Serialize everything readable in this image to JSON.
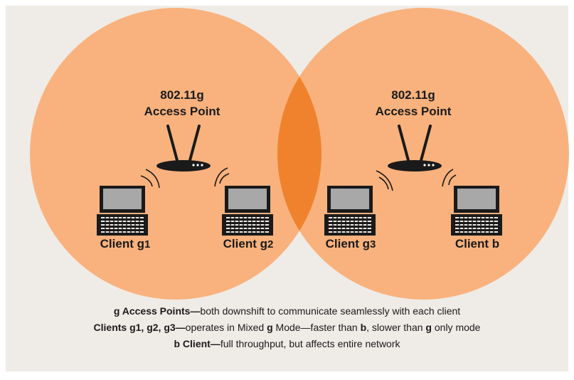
{
  "colors": {
    "background": "#efebe7",
    "coverage": "#f9b27d",
    "overlap": "#f0822e",
    "device": "#1a1a1a",
    "screen": "#a8a8a8"
  },
  "access_points": [
    {
      "line1": "802.11g",
      "line2": "Access Point",
      "icon": "router-icon"
    },
    {
      "line1": "802.11g",
      "line2": "Access Point",
      "icon": "router-icon"
    }
  ],
  "clients": [
    {
      "name": "Client g",
      "sub": "1",
      "icon": "laptop-icon"
    },
    {
      "name": "Client g",
      "sub": "2",
      "icon": "laptop-icon"
    },
    {
      "name": "Client g",
      "sub": "3",
      "icon": "laptop-icon"
    },
    {
      "name": "Client b",
      "sub": "",
      "icon": "laptop-icon"
    }
  ],
  "caption": {
    "line1": {
      "bold": "g Access Points—",
      "text": "both downshift to communicate seamlessly with each client"
    },
    "line2": {
      "bold": "Clients g1, g2, g3—",
      "text_a": "operates in Mixed ",
      "bold_g1": "g",
      "text_b": " Mode—faster than ",
      "bold_b": "b",
      "text_c": ", slower than ",
      "bold_g2": "g",
      "text_d": " only mode"
    },
    "line3": {
      "bold": "b Client—",
      "text": "full throughput, but affects entire network"
    }
  }
}
